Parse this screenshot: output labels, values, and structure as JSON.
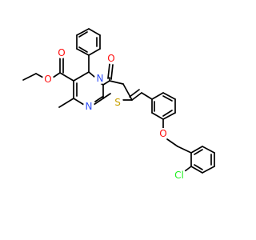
{
  "molecule": {
    "atoms": [
      {
        "id": "O1",
        "label": "O",
        "color": "#ff0d0d"
      },
      {
        "id": "O2",
        "label": "O",
        "color": "#ff0d0d"
      },
      {
        "id": "O3",
        "label": "O",
        "color": "#ff0d0d"
      },
      {
        "id": "N1",
        "label": "N",
        "color": "#3050f8"
      },
      {
        "id": "N2",
        "label": "N",
        "color": "#3050f8"
      },
      {
        "id": "S1",
        "label": "S",
        "color": "#c8a000"
      },
      {
        "id": "O4",
        "label": "O",
        "color": "#ff0d0d"
      },
      {
        "id": "Cl1",
        "label": "Cl",
        "color": "#1ff01f"
      }
    ],
    "colors": {
      "bond": "#000000",
      "oxygen": "#ff0d0d",
      "nitrogen": "#3050f8",
      "sulfur": "#c8a000",
      "chlorine": "#1ff01f"
    }
  }
}
